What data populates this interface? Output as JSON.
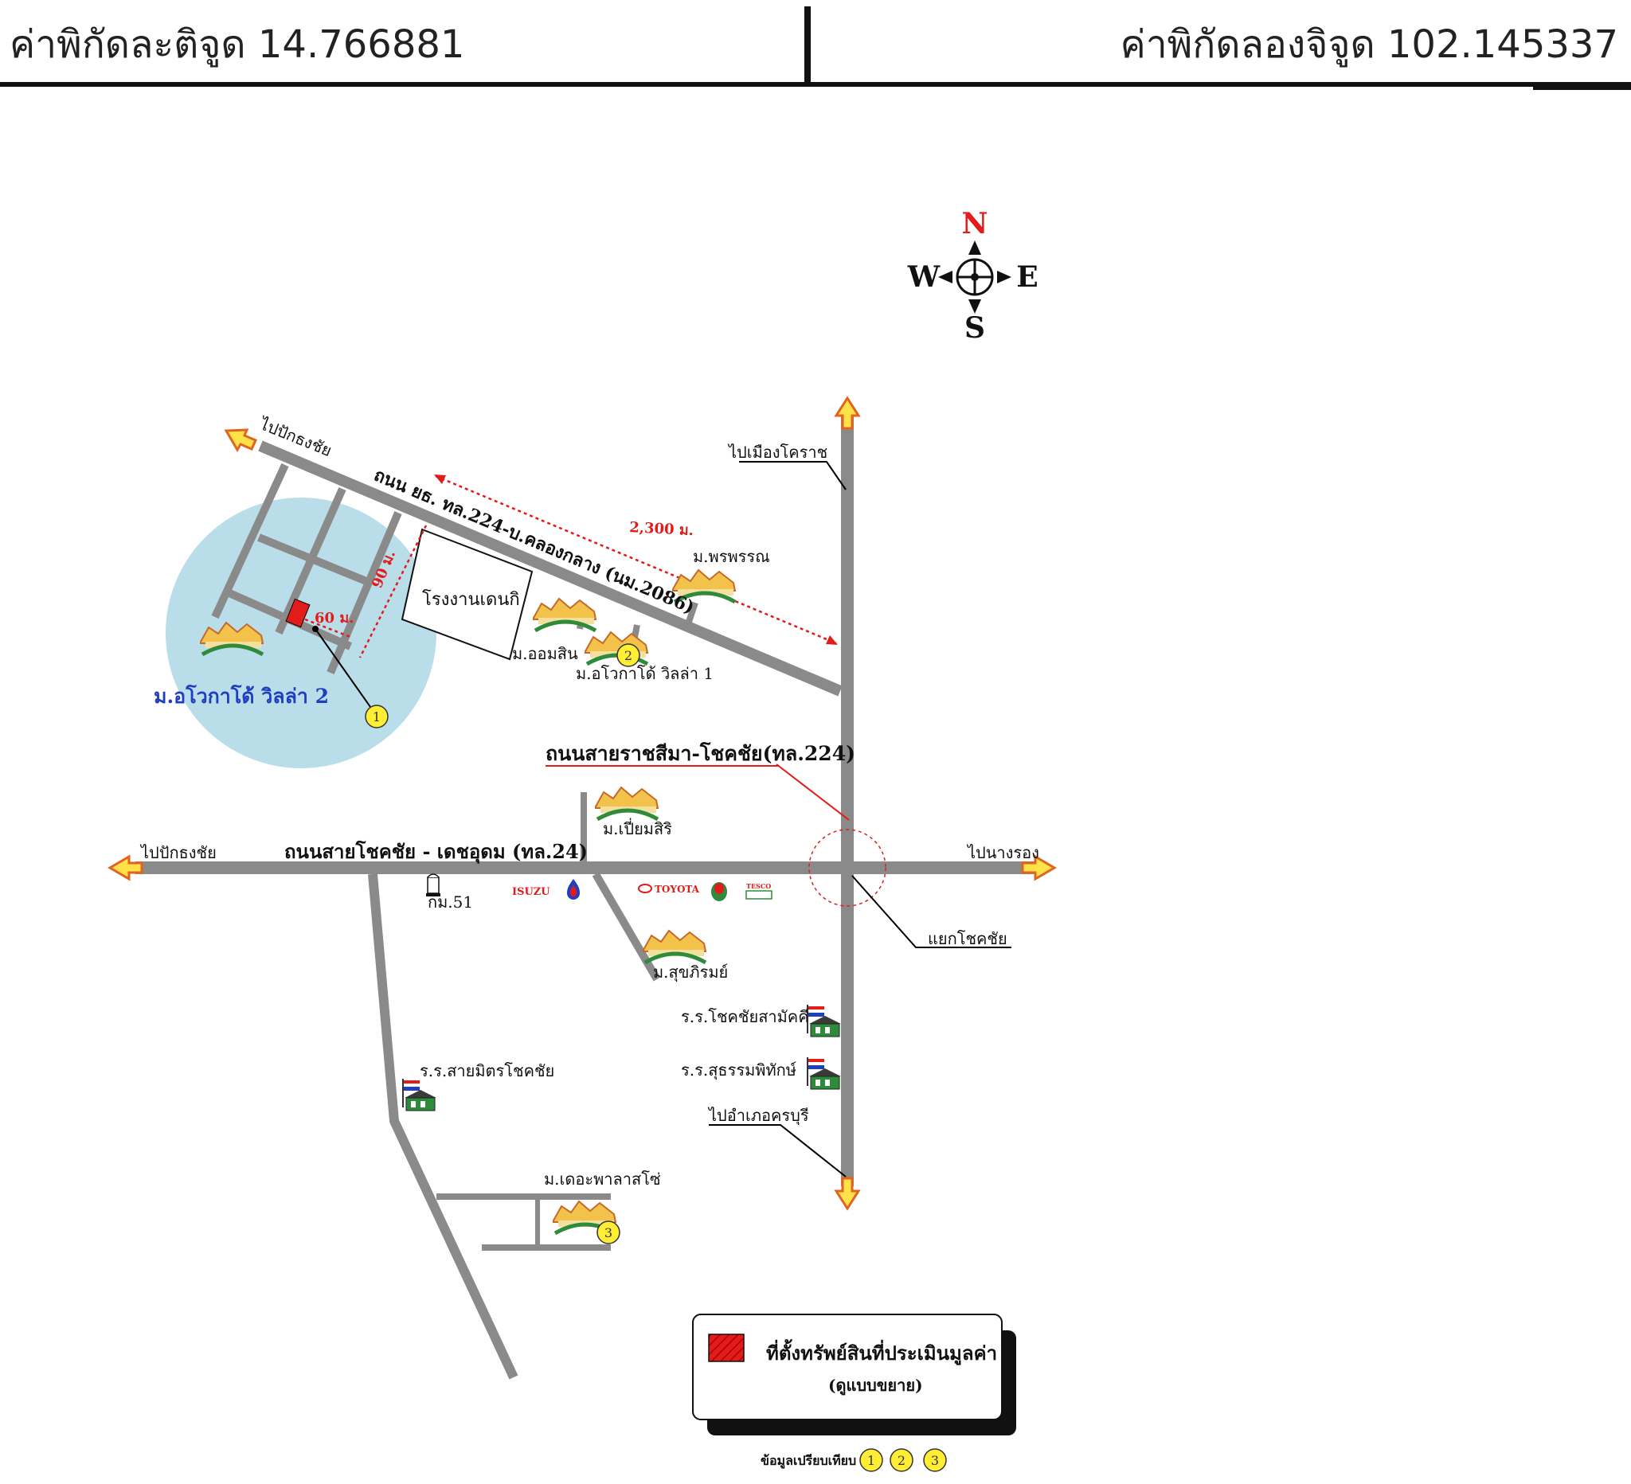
{
  "header": {
    "latitude_label": "ค่าพิกัดละติจูด 14.766881",
    "longitude_label": "ค่าพิกัดลองจิจูด 102.145337"
  },
  "compass": {
    "n": "N",
    "s": "S",
    "e": "E",
    "w": "W"
  },
  "roads": {
    "to_pak_thong_chai_nw": "ไปปักธงชัย",
    "road_224_branch": "ถนน ยธ. ทล.224-บ.คลองกลาง (นม.2086)",
    "to_korat": "ไปเมืองโคราช",
    "road_224_main": "ถนนสายราชสีมา-โชคชัย(ทล.224)",
    "to_pak_thong_chai_w": "ไปปักธงชัย",
    "road_24": "ถนนสายโชคชัย - เดชอุดม (ทล.24)",
    "to_nang_rong": "ไปนางรอง",
    "chok_chai_junction": "แยกโชคชัย",
    "to_chaloem_phra_kiat": "ไปอำเภอครบุรี"
  },
  "distances": {
    "d2300": "2,300 ม.",
    "d90": "90 ม.",
    "d60": "60 ม."
  },
  "places": {
    "factory": "โรงงานเดนกิ",
    "villa2": "ม.อโวกาโด้ วิลล่า 2",
    "ormsin": "ม.ออมสิน",
    "villa1": "ม.อโวกาโด้ วิลล่า 1",
    "phorapan": "ม.พรพรรณ",
    "piamsiri": "ม.เปี่ยมสิริ",
    "km51": "กม.51",
    "sukrom": "ม.สุขภิรมย์",
    "school_samakkhi": "ร.ร.โชคชัยสามัคคี",
    "school_sutham": "ร.ร.สุธรรมพิทักษ์",
    "school_saimit": "ร.ร.สายมิตรโชคชัย",
    "palace": "ม.เดอะพาลาสโซ่",
    "isuzu": "ISUZU",
    "toyota": "TOYOTA",
    "tesco": "TESCO"
  },
  "markers": {
    "m1": "1",
    "m2": "2",
    "m3": "3"
  },
  "legend": {
    "title": "ที่ตั้งทรัพย์สินที่ประเมินมูลค่า",
    "subtitle": "(ดูแบบขยาย)",
    "compare": "ข้อมูลเปรียบเทียบ"
  },
  "colors": {
    "road": "#8a8a8a",
    "arrow_fill": "#ffe14a",
    "arrow_stroke": "#e0641e",
    "circle": "#add8e6",
    "property": "#e21b1b",
    "distance": "#e21b1b",
    "marker": "#ffee33",
    "villa2_label": "#1f3fbf",
    "north": "#e21b1b"
  }
}
